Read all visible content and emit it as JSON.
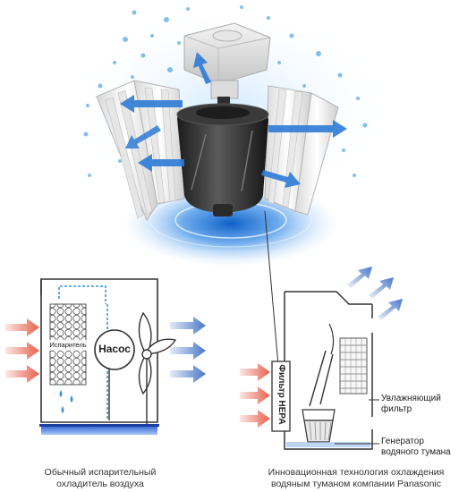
{
  "left_diagram": {
    "evaporator_label": "Испаритель",
    "pump_label": "Насос",
    "caption_line1": "Обычный испарительный",
    "caption_line2": "охладитель воздуха"
  },
  "right_diagram": {
    "filter_label": "Фильтр HEPA",
    "humidifier_label_line1": "Увлажняющий",
    "humidifier_label_line2": "фильтр",
    "generator_label_line1": "Генератор",
    "generator_label_line2": "водяного тумана",
    "caption_line1": "Инновационная технология охлаждения",
    "caption_line2": "водяным туманом компании Panasonic"
  },
  "colors": {
    "warm_arrow": "#e8604c",
    "cool_arrow": "#4a78c8",
    "water": "#2a7fd0",
    "outline": "#333333"
  }
}
